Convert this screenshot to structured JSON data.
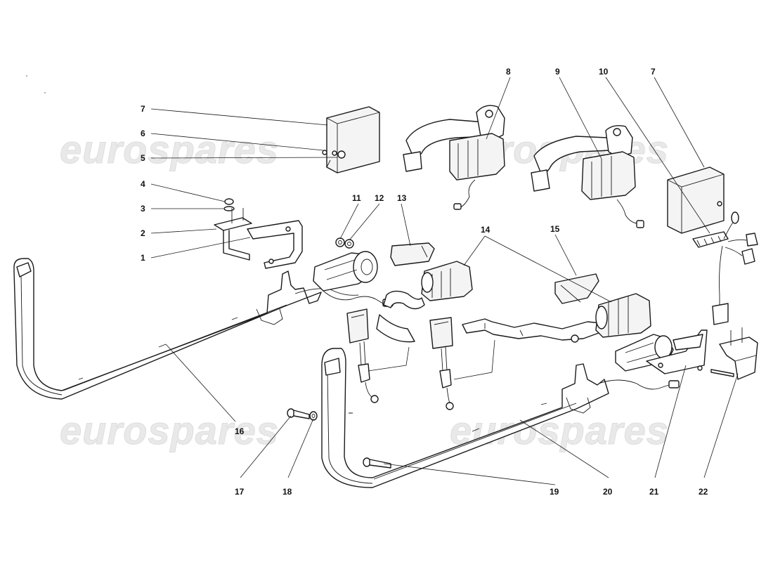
{
  "watermark": {
    "text": "eurospares"
  },
  "callouts": [
    {
      "id": "c1",
      "label": "1"
    },
    {
      "id": "c2",
      "label": "2"
    },
    {
      "id": "c3",
      "label": "3"
    },
    {
      "id": "c4",
      "label": "4"
    },
    {
      "id": "c5",
      "label": "5"
    },
    {
      "id": "c6",
      "label": "6"
    },
    {
      "id": "c7a",
      "label": "7"
    },
    {
      "id": "c7b",
      "label": "7"
    },
    {
      "id": "c8",
      "label": "8"
    },
    {
      "id": "c9",
      "label": "9"
    },
    {
      "id": "c10",
      "label": "10"
    },
    {
      "id": "c11",
      "label": "11"
    },
    {
      "id": "c12",
      "label": "12"
    },
    {
      "id": "c13",
      "label": "13"
    },
    {
      "id": "c14",
      "label": "14"
    },
    {
      "id": "c15",
      "label": "15"
    },
    {
      "id": "c16",
      "label": "16"
    },
    {
      "id": "c17",
      "label": "17"
    },
    {
      "id": "c18",
      "label": "18"
    },
    {
      "id": "c19",
      "label": "19"
    },
    {
      "id": "c20",
      "label": "20"
    },
    {
      "id": "c21",
      "label": "21"
    },
    {
      "id": "c22",
      "label": "22"
    }
  ]
}
